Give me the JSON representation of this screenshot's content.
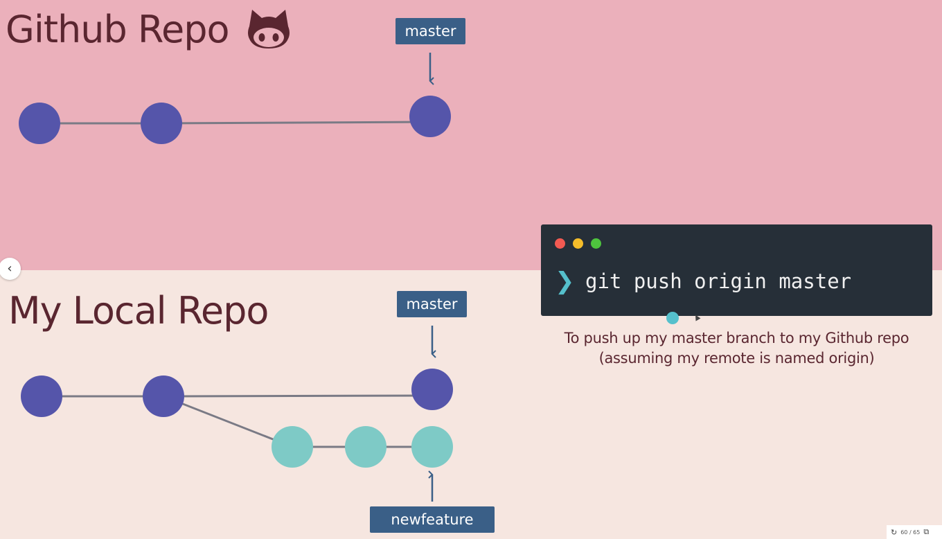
{
  "sections": {
    "github_title": "Github Repo",
    "local_title": "My Local Repo"
  },
  "branch_labels": {
    "github_master": "master",
    "local_master": "master",
    "newfeature": "newfeature"
  },
  "terminal": {
    "prompt": "❯",
    "command": "git push origin master"
  },
  "caption": {
    "line1": "To push up my master branch to my Github repo",
    "line2": "(assuming my remote is named origin)"
  },
  "colors": {
    "top_background": "#ebb0bb",
    "bottom_background": "#f6e6e0",
    "master_commit": "#5555aa",
    "feature_commit": "#7ecac6",
    "label_background": "#3a5f87",
    "heading_text": "#5a2630",
    "terminal_background": "#262f38"
  },
  "commits": {
    "github": [
      "master",
      "master",
      "master"
    ],
    "local_master": [
      "master",
      "master",
      "master"
    ],
    "local_feature": [
      "newfeature",
      "newfeature",
      "newfeature"
    ]
  },
  "navigation": {
    "prev_icon": "chevron-left-icon",
    "slide_counter": "60 / 65"
  },
  "icons": {
    "github": "octocat-icon",
    "reload": "reload-icon",
    "fullscreen": "fullscreen-icon"
  }
}
